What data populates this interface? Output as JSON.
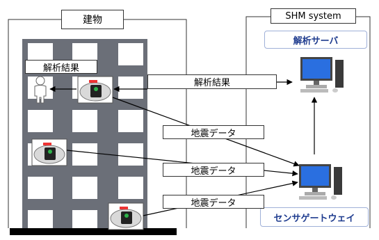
{
  "building": {
    "title": "建物",
    "result_label": "解析結果"
  },
  "system": {
    "title": "SHM system",
    "server_label": "解析サーバ",
    "gateway_label": "センサゲートウェイ"
  },
  "flows": {
    "result_label": "解析結果",
    "seismic_label_1": "地震データ",
    "seismic_label_2": "地震データ",
    "seismic_label_3": "地震データ"
  },
  "colors": {
    "frame": "#333333",
    "column": "#6b6f78",
    "window": "#ffffff",
    "accent": "#1f3c8f",
    "monitor": "#2a6fe0"
  }
}
